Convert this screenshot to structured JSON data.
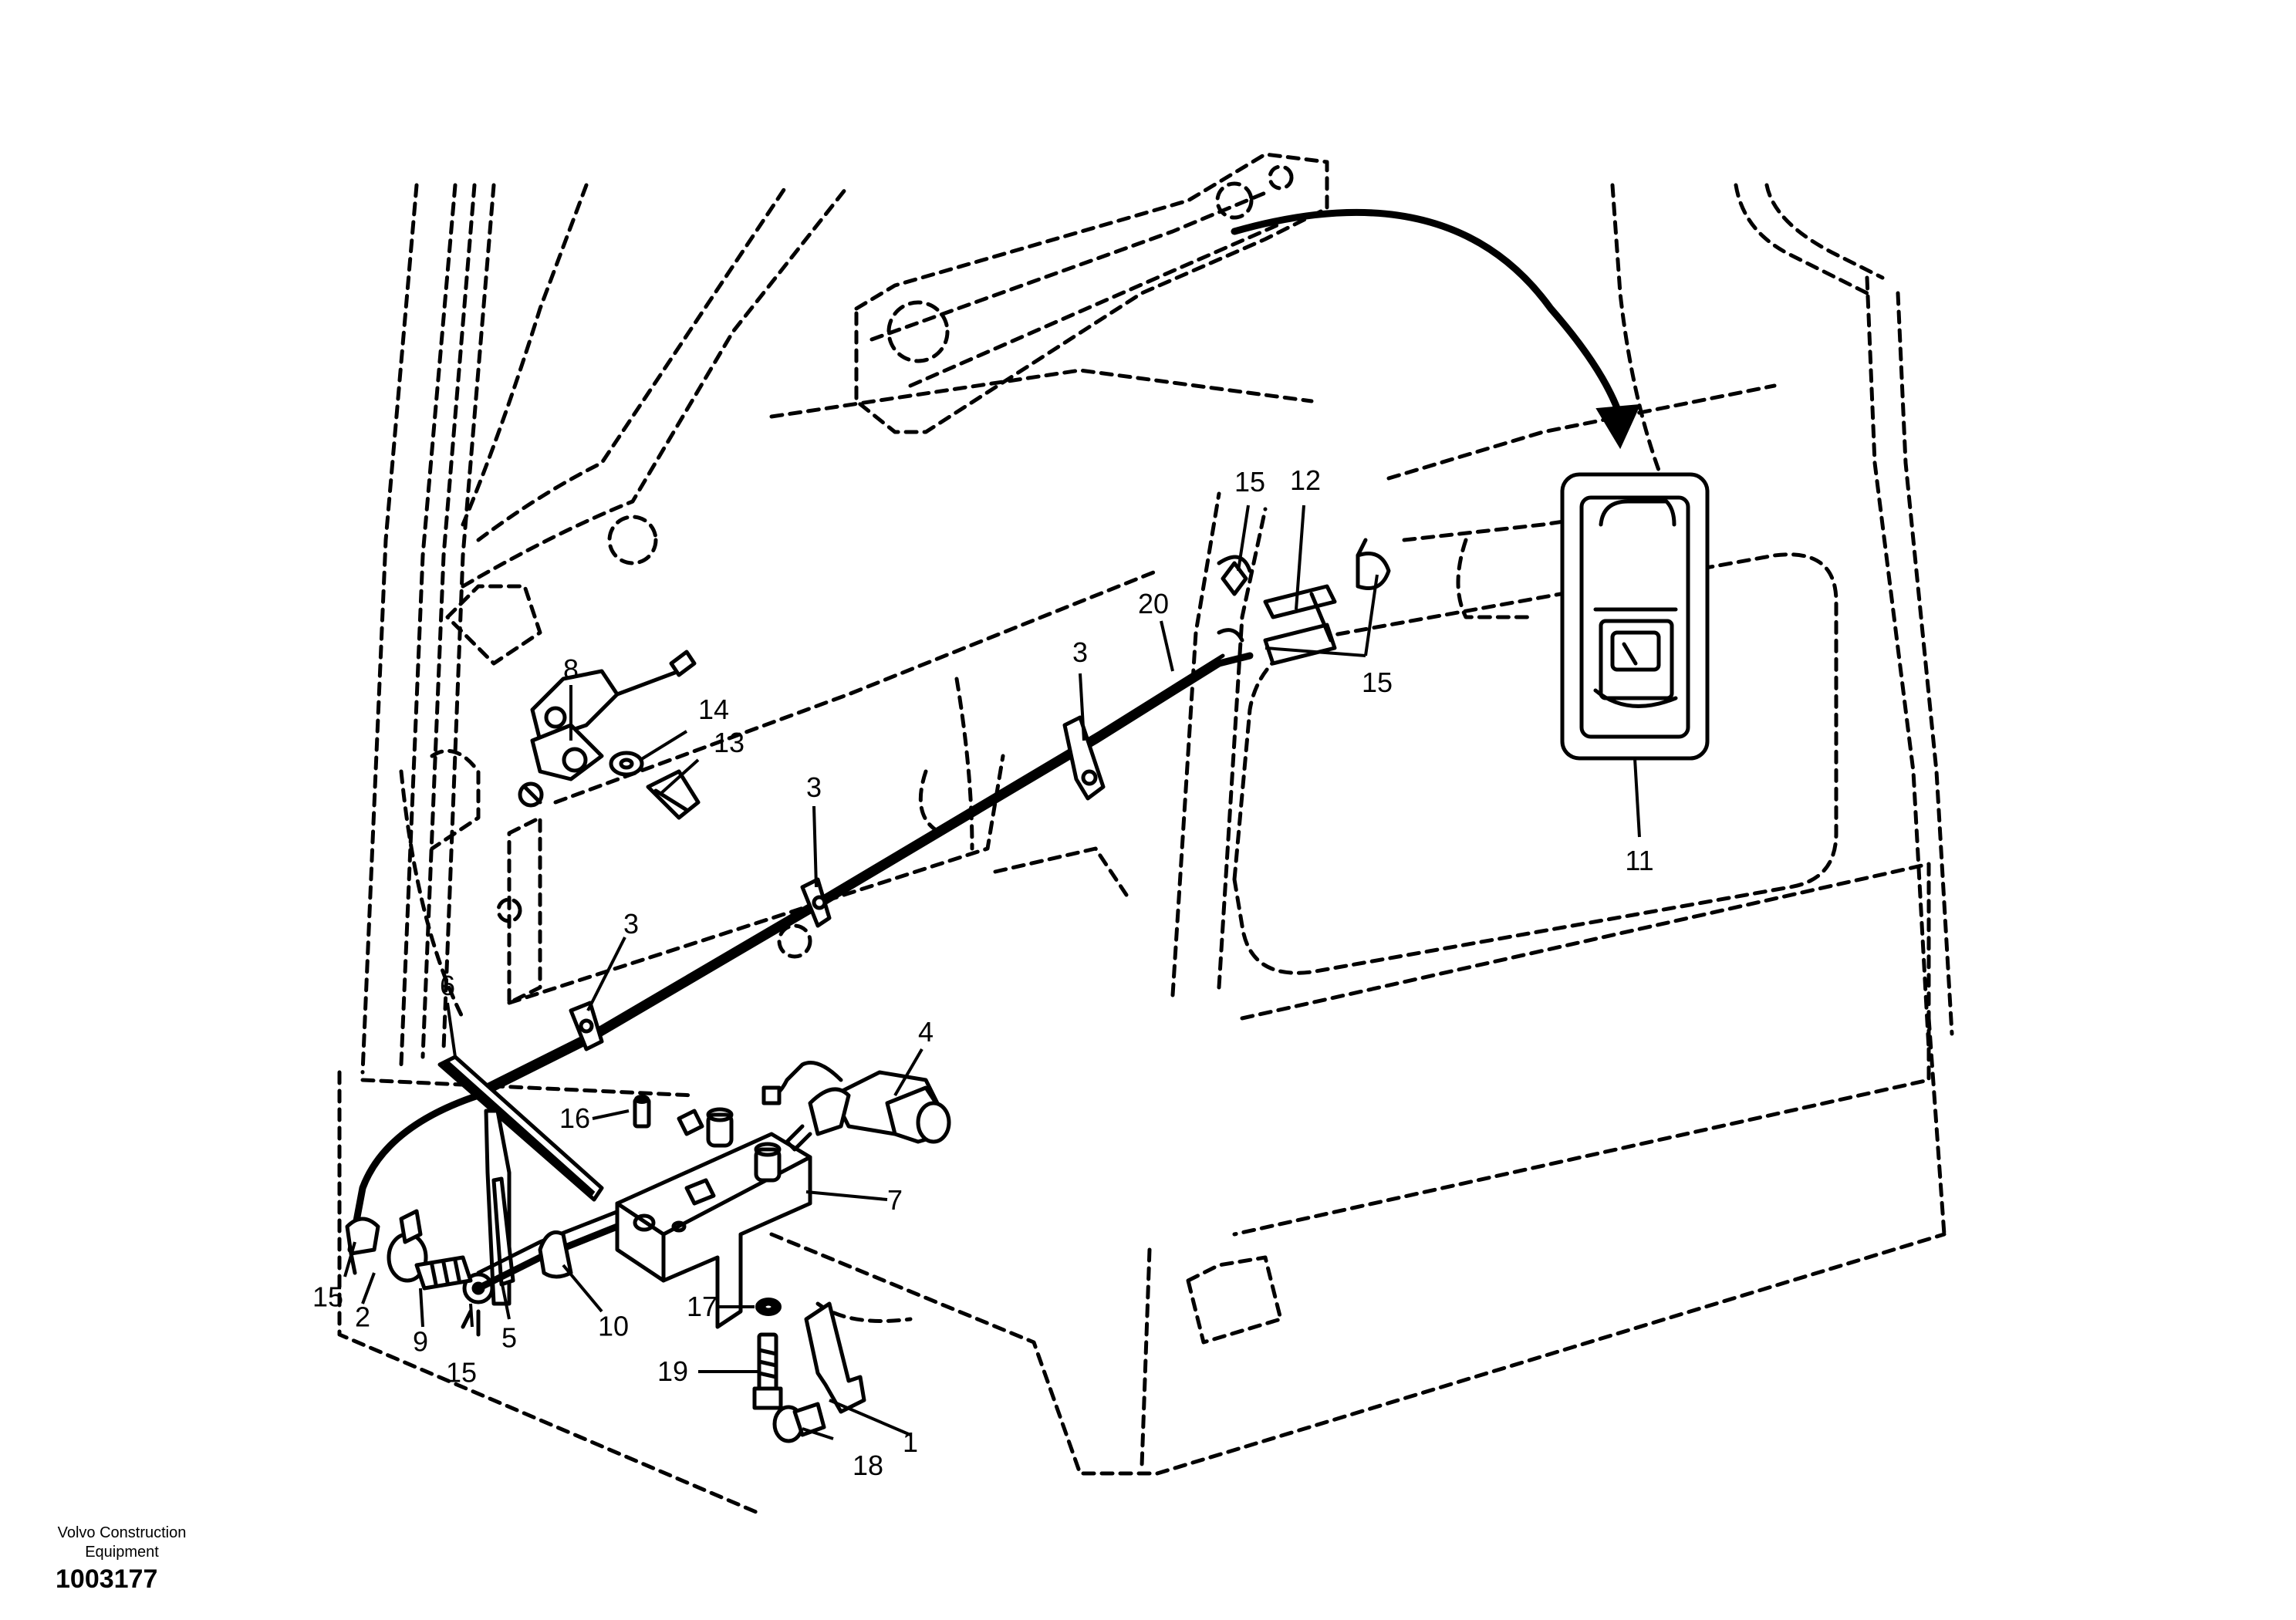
{
  "callouts": [
    "1",
    "2",
    "3",
    "3",
    "3",
    "4",
    "5",
    "6",
    "7",
    "8",
    "9",
    "10",
    "11",
    "12",
    "13",
    "14",
    "15",
    "15",
    "15",
    "15",
    "16",
    "17",
    "18",
    "19",
    "20"
  ],
  "footer": {
    "brand_line1": "Volvo Construction",
    "brand_line2": "Equipment",
    "drawing_number": "1003177"
  }
}
